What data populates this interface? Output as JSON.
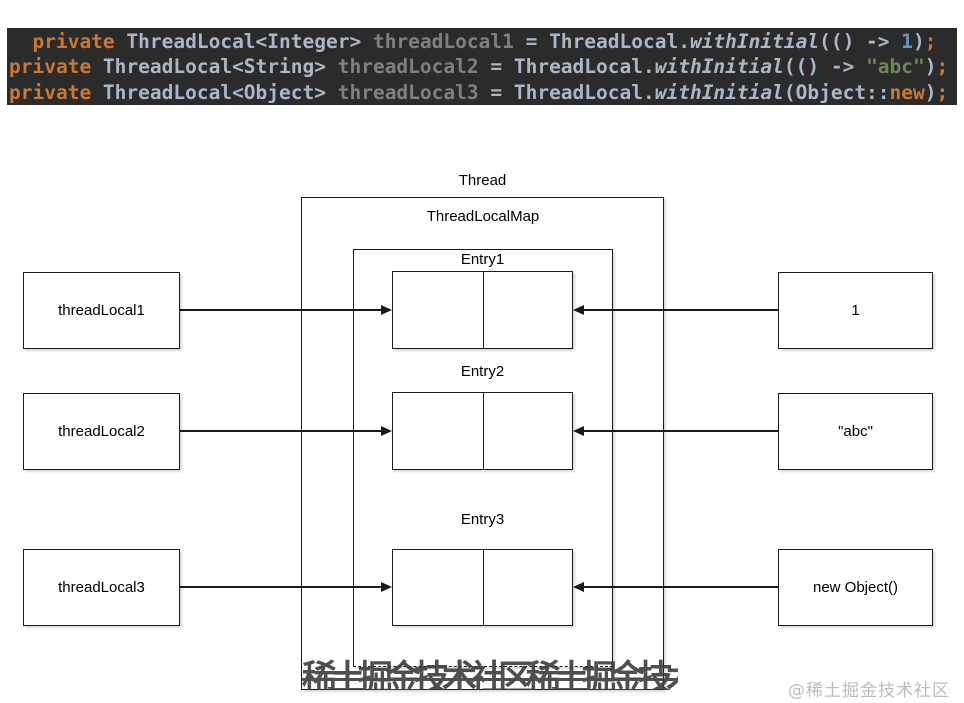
{
  "code_block": {
    "background": "#2b2b2b",
    "lines": [
      {
        "tokens": [
          {
            "t": "  ",
            "s": "plain"
          },
          {
            "t": "private",
            "s": "keyword"
          },
          {
            "t": " ThreadLocal<Integer> ",
            "s": "plain"
          },
          {
            "t": "threadLocal1",
            "s": "field"
          },
          {
            "t": " = ThreadLocal.",
            "s": "plain"
          },
          {
            "t": "withInitial",
            "s": "method"
          },
          {
            "t": "(() -> ",
            "s": "plain"
          },
          {
            "t": "1",
            "s": "number"
          },
          {
            "t": ")",
            "s": "plain"
          },
          {
            "t": ";",
            "s": "keyword"
          }
        ]
      },
      {
        "tokens": [
          {
            "t": "private",
            "s": "keyword"
          },
          {
            "t": " ThreadLocal<String> ",
            "s": "plain"
          },
          {
            "t": "threadLocal2",
            "s": "field"
          },
          {
            "t": " = ThreadLocal.",
            "s": "plain"
          },
          {
            "t": "withInitial",
            "s": "method"
          },
          {
            "t": "(() -> ",
            "s": "plain"
          },
          {
            "t": "\"abc\"",
            "s": "string"
          },
          {
            "t": ")",
            "s": "plain"
          },
          {
            "t": ";",
            "s": "keyword"
          }
        ]
      },
      {
        "tokens": [
          {
            "t": "private",
            "s": "keyword"
          },
          {
            "t": " ThreadLocal<Object> ",
            "s": "plain"
          },
          {
            "t": "threadLocal3",
            "s": "field"
          },
          {
            "t": " = ThreadLocal.",
            "s": "plain"
          },
          {
            "t": "withInitial",
            "s": "method"
          },
          {
            "t": "(Object::",
            "s": "plain"
          },
          {
            "t": "new",
            "s": "keyword"
          },
          {
            "t": ")",
            "s": "plain"
          },
          {
            "t": ";",
            "s": "keyword"
          }
        ]
      }
    ]
  },
  "colors": {
    "code_background": "#2b2b2b",
    "keyword": "#cc7832",
    "plain": "#a9b7c6",
    "field": "#808080",
    "number": "#6897bb",
    "string": "#6a8759",
    "diagram_line": "#1a1a1a"
  },
  "diagram": {
    "thread_label": "Thread",
    "map_label": "ThreadLocalMap",
    "rows": [
      {
        "ref": "threadLocal1",
        "entry": "Entry1",
        "value": "1"
      },
      {
        "ref": "threadLocal2",
        "entry": "Entry2",
        "value": "\"abc\""
      },
      {
        "ref": "threadLocal3",
        "entry": "Entry3",
        "value": "new Object()"
      }
    ]
  },
  "watermark": {
    "band": "稀土掘金技术社区稀土掘金技术社区",
    "credit": "@稀土掘金技术社区"
  }
}
